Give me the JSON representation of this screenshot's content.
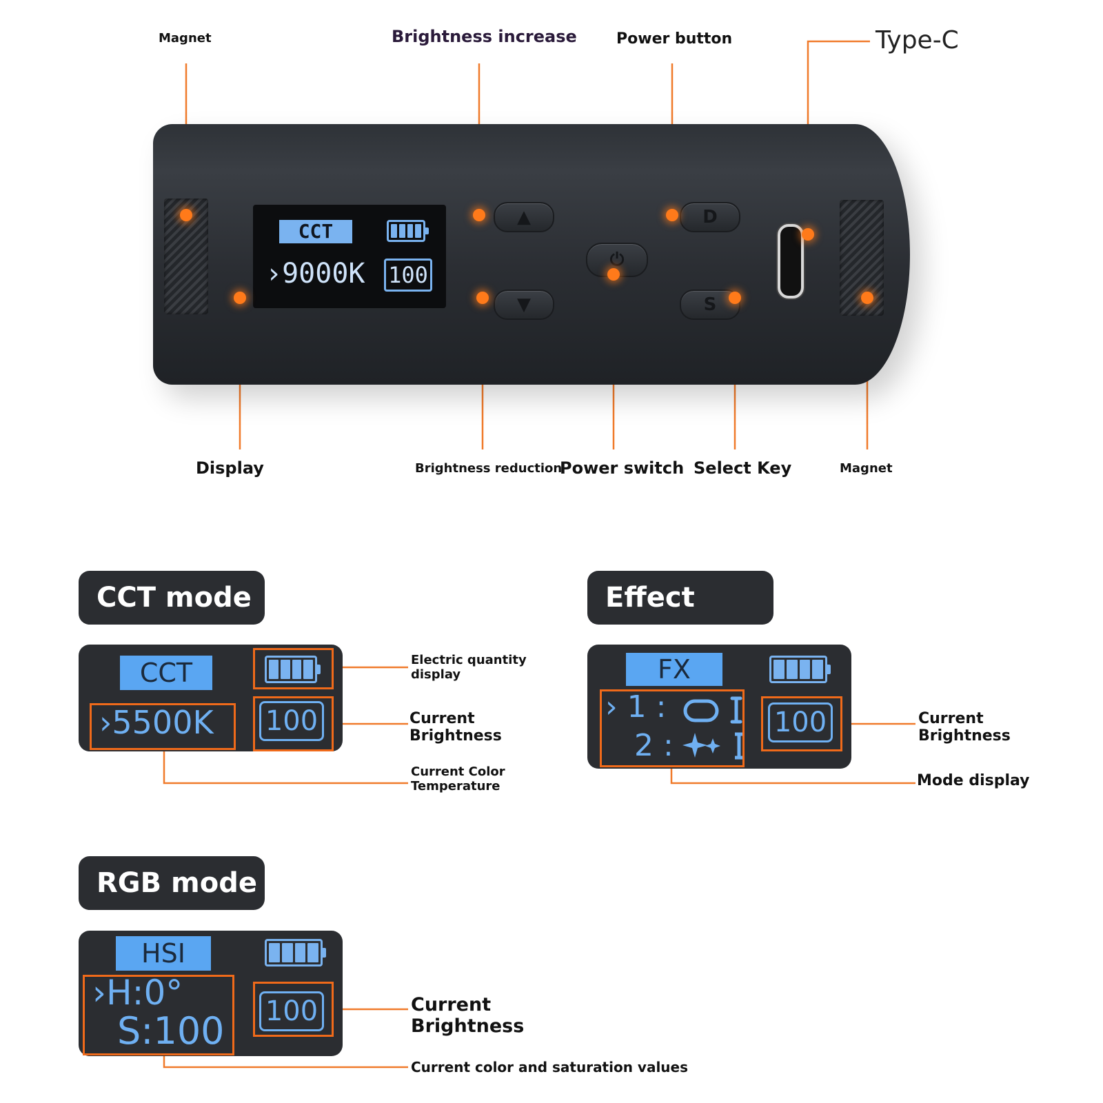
{
  "device": {
    "labels": {
      "magnet_left": "Magnet",
      "brightness_increase": "Brightness increase",
      "power_button": "Power button",
      "type_c": "Type-C",
      "display": "Display",
      "brightness_reduction": "Brightness reduction",
      "power_switch": "Power switch",
      "select_key": "Select Key",
      "magnet_right": "Magnet"
    },
    "screen": {
      "mode": "CCT",
      "temperature": "›9000K",
      "brightness": "100"
    },
    "buttons": {
      "up": "▲",
      "down": "▼",
      "power": "⏻",
      "d": "D",
      "s": "S"
    }
  },
  "cct": {
    "title": "CCT mode",
    "chip": "CCT",
    "temperature": "›5500K",
    "brightness": "100",
    "labels": {
      "electric_quantity": "Electric quantity display",
      "current_brightness": "Current Brightness",
      "color_temperature": "Current Color Temperature"
    }
  },
  "effect": {
    "title": "Effect mode",
    "chip": "FX",
    "line1": "› 1 :",
    "line2": "2 :",
    "brightness": "100",
    "labels": {
      "current_brightness": "Current Brightness",
      "mode_display": "Mode display"
    }
  },
  "rgb": {
    "title": "RGB mode",
    "chip": "HSI",
    "hue": "›H:0°",
    "saturation": "S:100",
    "brightness": "100",
    "labels": {
      "current_brightness": "Current Brightness",
      "color_saturation": "Current color and saturation values"
    }
  },
  "colors": {
    "accent": "#ff7a1a",
    "screen_blue": "#6fb0f2",
    "panel": "#2b2d31"
  }
}
